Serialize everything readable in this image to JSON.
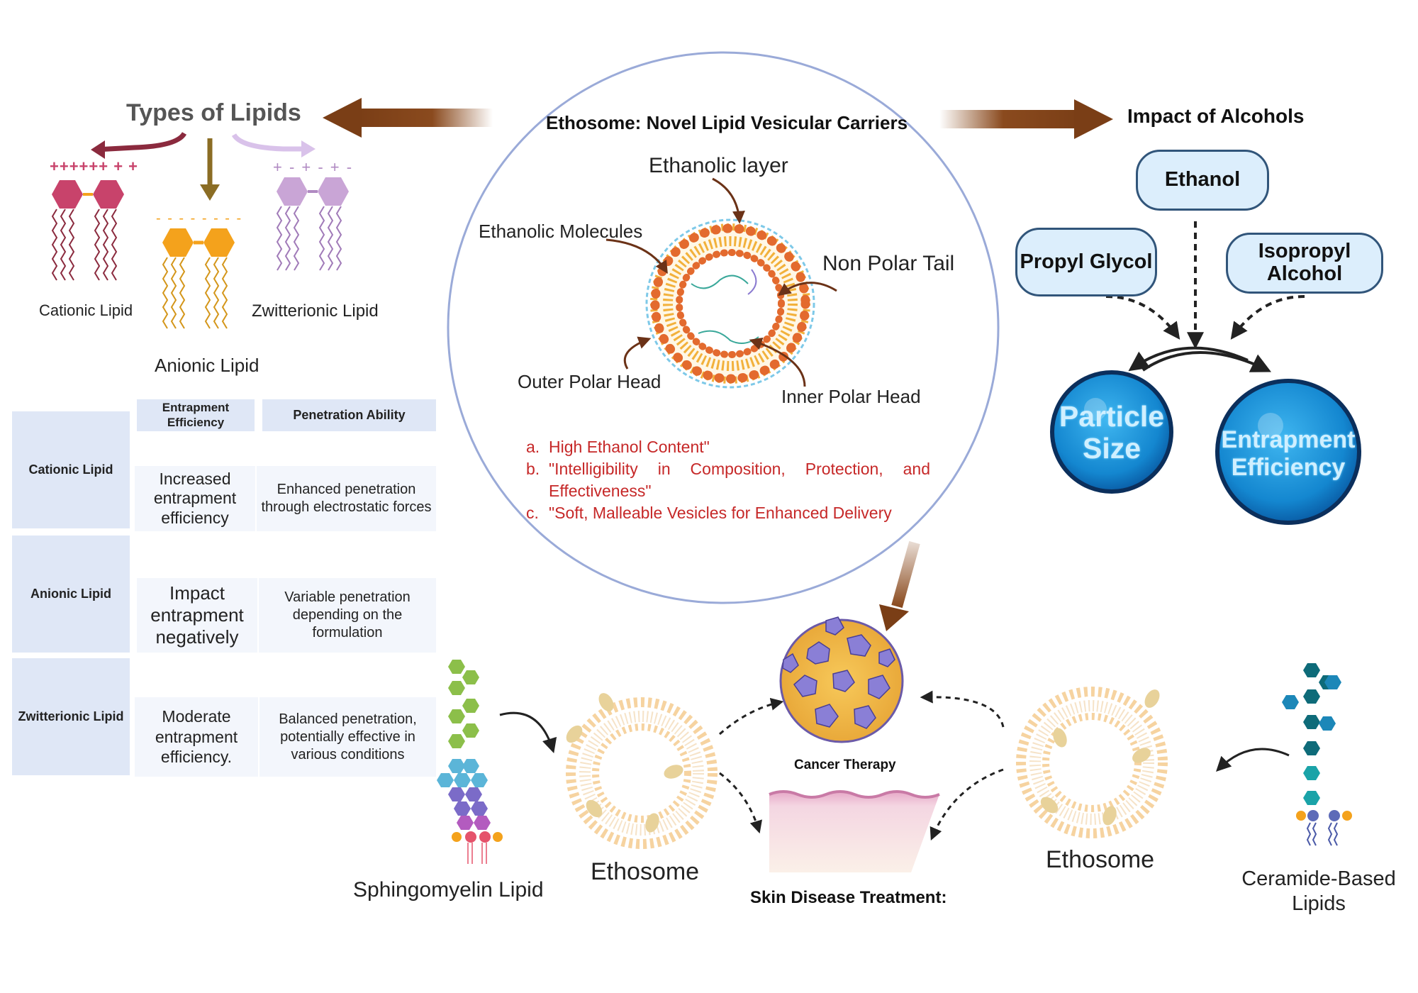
{
  "title": "Ethosome: Novel Lipid Vesicular Carriers",
  "center_labels": {
    "ethanolic_layer": "Ethanolic layer",
    "ethanolic_molecules": "Ethanolic Molecules",
    "non_polar_tail": "Non Polar Tail",
    "outer_polar_head": "Outer Polar Head",
    "inner_polar_head": "Inner Polar Head"
  },
  "properties": [
    {
      "marker": "a.",
      "text": "High Ethanol Content\""
    },
    {
      "marker": "b.",
      "text": "\"Intelligibility in Composition, Protection, and Effectiveness\""
    },
    {
      "marker": "c.",
      "text": "\"Soft, Malleable Vesicles for Enhanced Delivery"
    }
  ],
  "lipid_types": {
    "heading": "Types of Lipids",
    "cationic": "Cationic Lipid",
    "anionic": "Anionic Lipid",
    "zwitterionic": "Zwitterionic Lipid",
    "cationic_charges": "++++++ + +",
    "anionic_charges": "- - - - - - - -",
    "zwitterionic_charges": "+ - + - + -"
  },
  "lipid_table": {
    "headers": [
      "Entrapment Efficiency",
      "Penetration Ability"
    ],
    "rows": [
      {
        "name": "Cationic Lipid",
        "entrapment": "Increased entrapment efficiency",
        "penetration": "Enhanced penetration through electrostatic forces"
      },
      {
        "name": "Anionic Lipid",
        "entrapment": "Impact entrapment negatively",
        "penetration": "Variable penetration depending on the formulation"
      },
      {
        "name": "Zwitterionic Lipid",
        "entrapment": "Moderate entrapment efficiency.",
        "penetration": "Balanced penetration, potentially effective in various conditions"
      }
    ]
  },
  "alcohols": {
    "heading": "Impact of Alcohols",
    "ethanol": "Ethanol",
    "propyl_glycol": "Propyl Glycol",
    "isopropyl_alcohol": "Isopropyl Alcohol",
    "particle_size": "Particle Size",
    "entrapment_efficiency": "Entrapment Efficiency"
  },
  "applications": {
    "sphingomyelin": "Sphingomyelin Lipid",
    "ethosome_left": "Ethosome",
    "ethosome_right": "Ethosome",
    "cancer_therapy": "Cancer Therapy",
    "skin_disease": "Skin Disease Treatment:",
    "ceramide": "Ceramide-Based Lipids"
  },
  "colors": {
    "arrow_brown": "#8a4a1e",
    "circle_border": "#9aaad8",
    "red_text": "#c62828",
    "bubble_blue": "#1a8fd6",
    "pill_fill": "#dceefc",
    "table_fill": "#dfe7f6",
    "cationic": "#c8436b",
    "anionic": "#f4a21c",
    "zwitterionic": "#c9a5d6"
  }
}
